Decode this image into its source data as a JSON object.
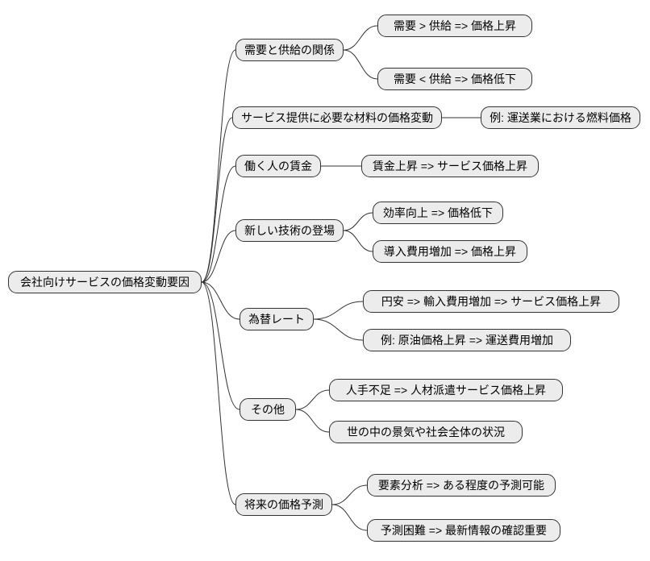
{
  "diagram": {
    "type": "mindmap",
    "colors": {
      "node_fill": "#ececec",
      "node_border": "#333333",
      "edge": "#333333",
      "text": "#000000"
    },
    "root": {
      "label": "会社向けサービスの価格変動要因"
    },
    "branches": [
      {
        "label": "需要と供給の関係",
        "children": [
          {
            "label": "需要 > 供給 => 価格上昇"
          },
          {
            "label": "需要 < 供給 => 価格低下"
          }
        ]
      },
      {
        "label": "サービス提供に必要な材料の価格変動",
        "children": [
          {
            "label": "例: 運送業における燃料価格"
          }
        ]
      },
      {
        "label": "働く人の賃金",
        "children": [
          {
            "label": "賃金上昇 => サービス価格上昇"
          }
        ]
      },
      {
        "label": "新しい技術の登場",
        "children": [
          {
            "label": "効率向上 => 価格低下"
          },
          {
            "label": "導入費用増加 => 価格上昇"
          }
        ]
      },
      {
        "label": "為替レート",
        "children": [
          {
            "label": "円安 => 輸入費用増加 => サービス価格上昇"
          },
          {
            "label": "例: 原油価格上昇 => 運送費用増加"
          }
        ]
      },
      {
        "label": "その他",
        "children": [
          {
            "label": "人手不足 => 人材派遣サービス価格上昇"
          },
          {
            "label": "世の中の景気や社会全体の状況"
          }
        ]
      },
      {
        "label": "将来の価格予測",
        "children": [
          {
            "label": "要素分析 => ある程度の予測可能"
          },
          {
            "label": "予測困難 => 最新情報の確認重要"
          }
        ]
      }
    ]
  }
}
